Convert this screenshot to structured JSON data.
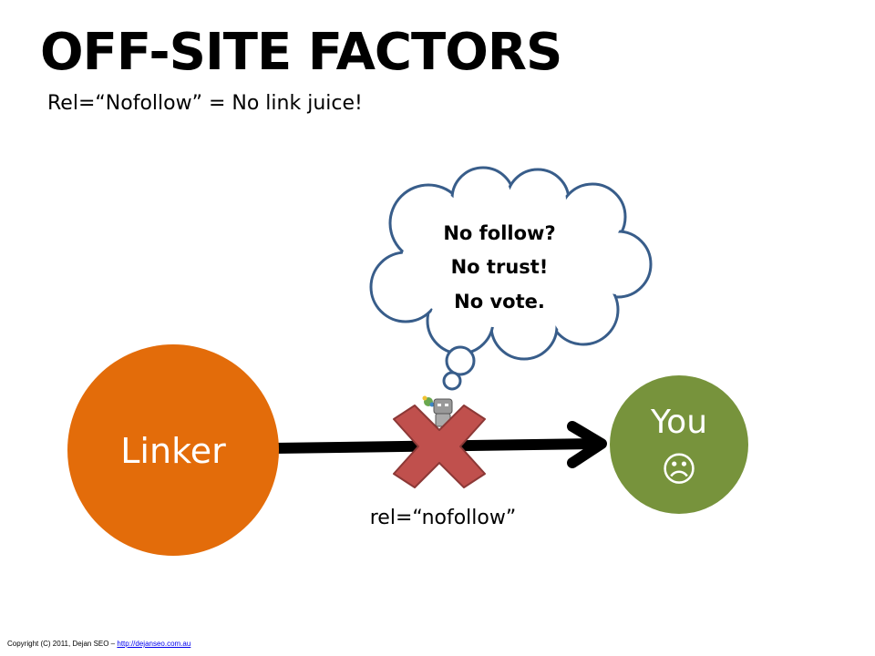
{
  "slide": {
    "title": "OFF-SITE FACTORS",
    "subtitle": "Rel=“Nofollow” = No link juice!"
  },
  "diagram": {
    "linker_label": "Linker",
    "you_label": "You",
    "you_face": "☹",
    "link_label": "rel=“nofollow”",
    "thought": {
      "line1": "No follow?",
      "line2": "No trust!",
      "line3": "No vote."
    },
    "colors": {
      "linker": "#e36c0a",
      "you": "#77933c",
      "cross": "#c0504d",
      "cross_border": "#8c3836",
      "cloud_border": "#385d8a",
      "arrow": "#000000"
    }
  },
  "footer": {
    "copyright": "Copyright (C) 2011, Dejan SEO –",
    "link": "http://dejanseo.com.au"
  }
}
